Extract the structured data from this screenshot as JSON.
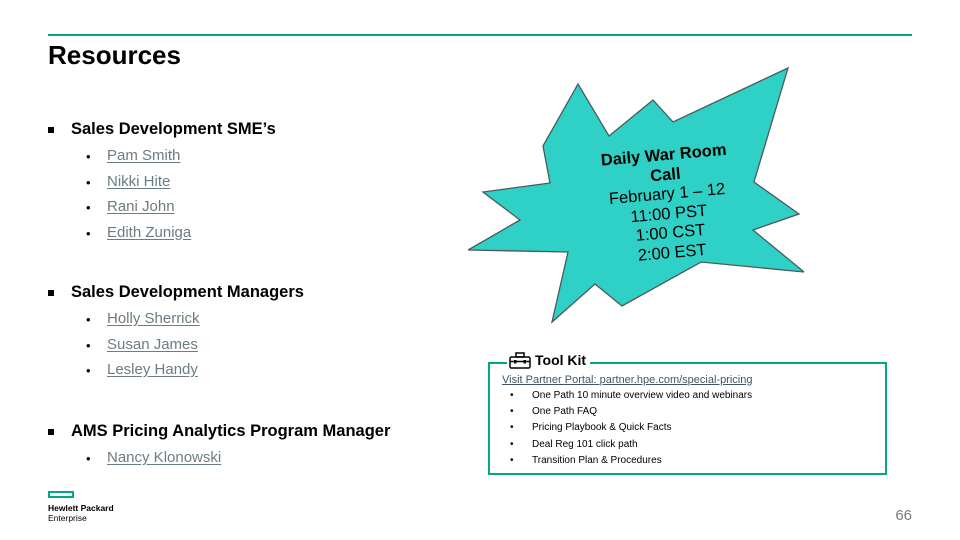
{
  "slide": {
    "title": "Resources",
    "page_number": "66",
    "accent_color": "#01a982",
    "link_color": "#6b7c83",
    "starburst_color": "#2fd0c5"
  },
  "sections": [
    {
      "title": "Sales Development SME’s",
      "items": [
        "Pam Smith",
        "Nikki Hite",
        "Rani John",
        "Edith Zuniga"
      ]
    },
    {
      "title": "Sales Development Managers",
      "items": [
        "Holly Sherrick",
        "Susan James",
        "Lesley Handy"
      ]
    },
    {
      "title": "AMS Pricing Analytics Program Manager",
      "items": [
        "Nancy Klonowski"
      ]
    }
  ],
  "callout": {
    "heading_line1": "Daily War Room",
    "heading_line2": "Call",
    "dates": "February 1 – 12",
    "time_pst": "11:00 PST",
    "time_cst": "1:00 CST",
    "time_est": "2:00 EST"
  },
  "toolkit": {
    "label": "Tool Kit",
    "icon": "toolbox-icon",
    "portal_link": "Visit Partner Portal: partner.hpe.com/special-pricing",
    "items": [
      "One Path 10 minute overview video and webinars",
      "One Path FAQ",
      "Pricing Playbook & Quick Facts",
      "Deal Reg 101 click path",
      "Transition Plan & Procedures"
    ]
  },
  "logo": {
    "line1": "Hewlett Packard",
    "line2": "Enterprise"
  }
}
